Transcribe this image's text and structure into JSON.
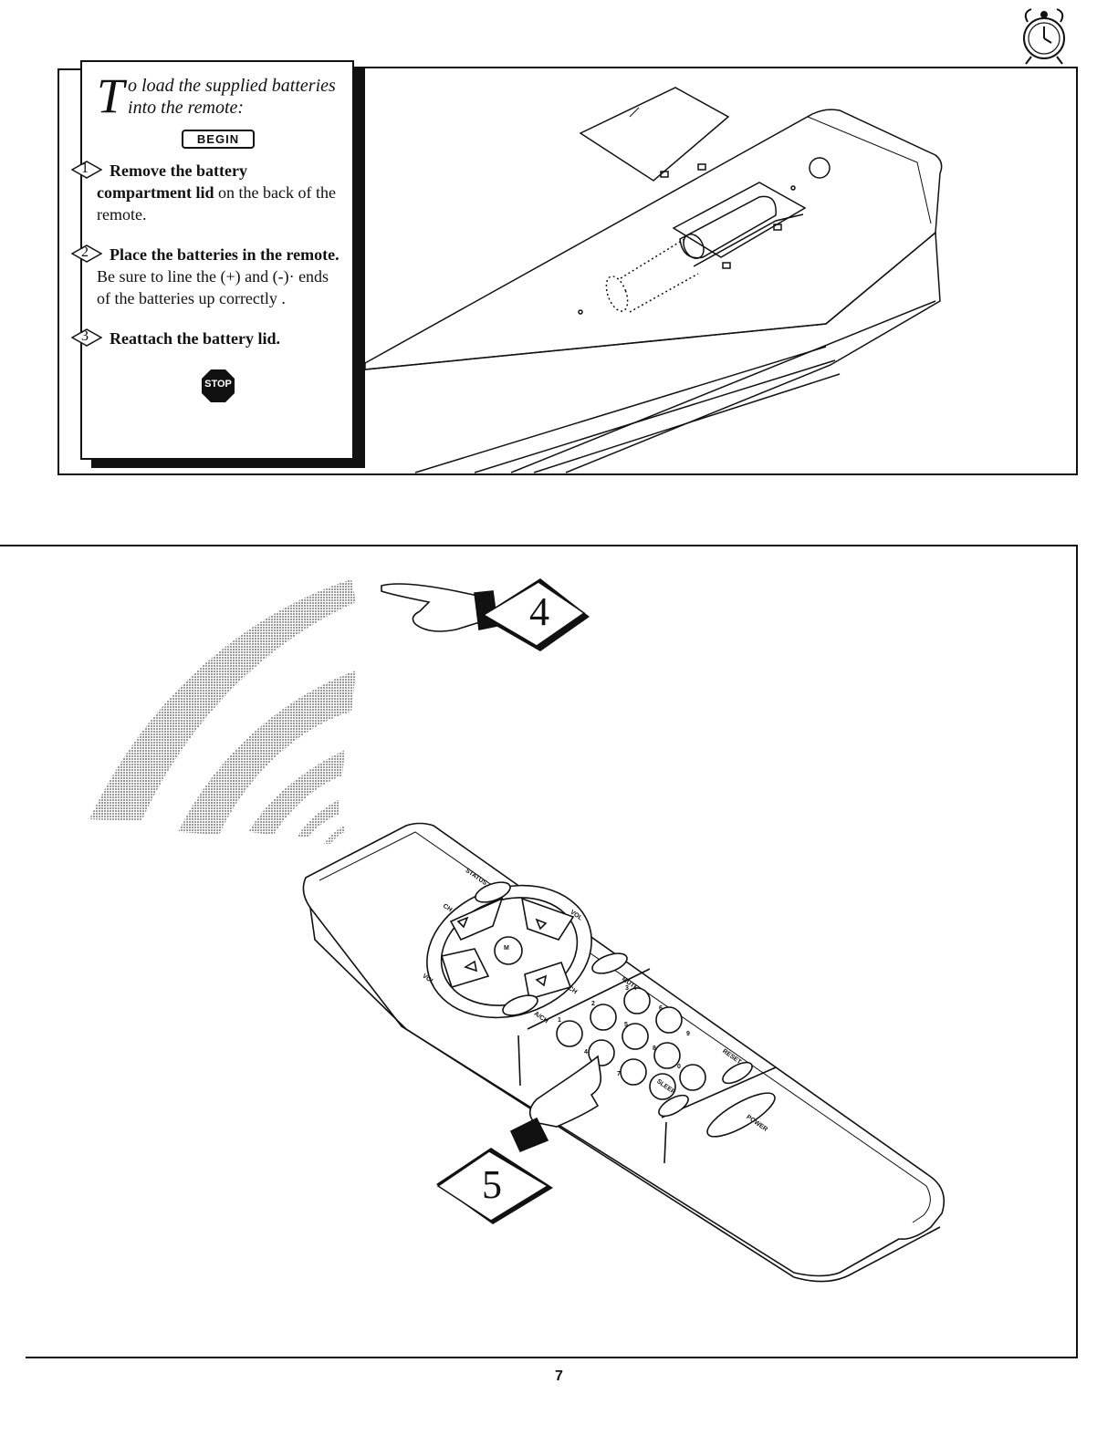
{
  "instructions": {
    "intro_dropcap": "T",
    "intro_rest": "o load the supplied batteries into the remote:",
    "begin_label": "BEGIN",
    "steps": [
      {
        "number": "1",
        "bold": "Remove the battery compartment lid",
        "rest": " on the back of the remote."
      },
      {
        "number": "2",
        "bold": "Place the batteries in the remote.",
        "rest": " Be sure to line the (+) and (-)· ends of the batteries up correctly ."
      },
      {
        "number": "3",
        "bold": "Reattach the battery lid.",
        "rest": ""
      }
    ],
    "stop_label": "STOP"
  },
  "callouts": {
    "step4": "4",
    "step5": "5"
  },
  "remote_labels": {
    "status": "STATUS",
    "ch": "CH",
    "vol": "VOL",
    "mute": "MUTE",
    "ach": "A/CH",
    "reset": "RESET",
    "sleep": "SLEEP",
    "power": "POWER",
    "menu": "M",
    "digits": [
      "1",
      "2",
      "3",
      "4",
      "5",
      "6",
      "7",
      "8",
      "9",
      "0"
    ]
  },
  "page_number": "7"
}
